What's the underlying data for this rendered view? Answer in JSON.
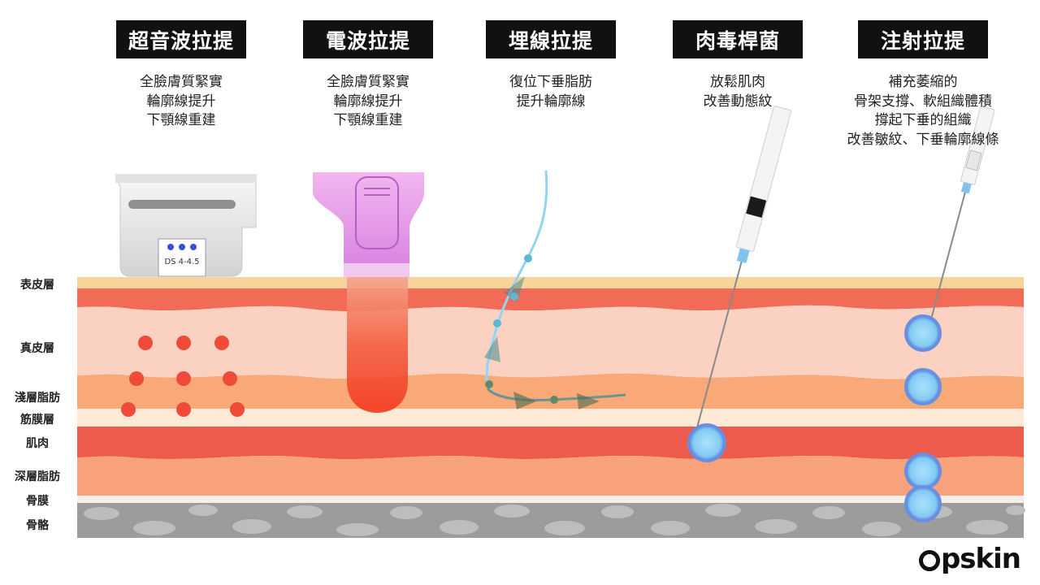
{
  "columns": [
    {
      "title": "超音波拉提",
      "lines": [
        "全臉膚質緊實",
        "輪廓線提升",
        "下顎線重建"
      ]
    },
    {
      "title": "電波拉提",
      "lines": [
        "全臉膚質緊實",
        "輪廓線提升",
        "下顎線重建"
      ]
    },
    {
      "title": "埋線拉提",
      "lines": [
        "復位下垂脂肪",
        "提升輪廓線"
      ]
    },
    {
      "title": "肉毒桿菌",
      "lines": [
        "放鬆肌肉",
        "改善動態紋"
      ]
    },
    {
      "title": "注射拉提",
      "lines": [
        "補充萎縮的",
        "骨架支撐、軟組織體積",
        "撐起下垂的組織",
        "改善皺紋、下垂輪廓線條"
      ]
    }
  ],
  "layers": [
    "表皮層",
    "真皮層",
    "淺層脂肪",
    "筋膜層",
    "肌肉",
    "深層脂肪",
    "骨膜",
    "骨骼"
  ],
  "device_label": "DS 4-4.5",
  "logo": "pskin",
  "colors": {
    "epidermis": "#f9d49a",
    "dermis_top": "#f26b57",
    "dermis": "#fbd2c2",
    "superficial_fat": "#f9a877",
    "fascia": "#fde9d6",
    "muscle": "#ec5b4c",
    "deep_fat": "#f7a27a",
    "bone": "#9c9c9c",
    "dots": "#f04b38",
    "injection": "#8fd3f7"
  }
}
